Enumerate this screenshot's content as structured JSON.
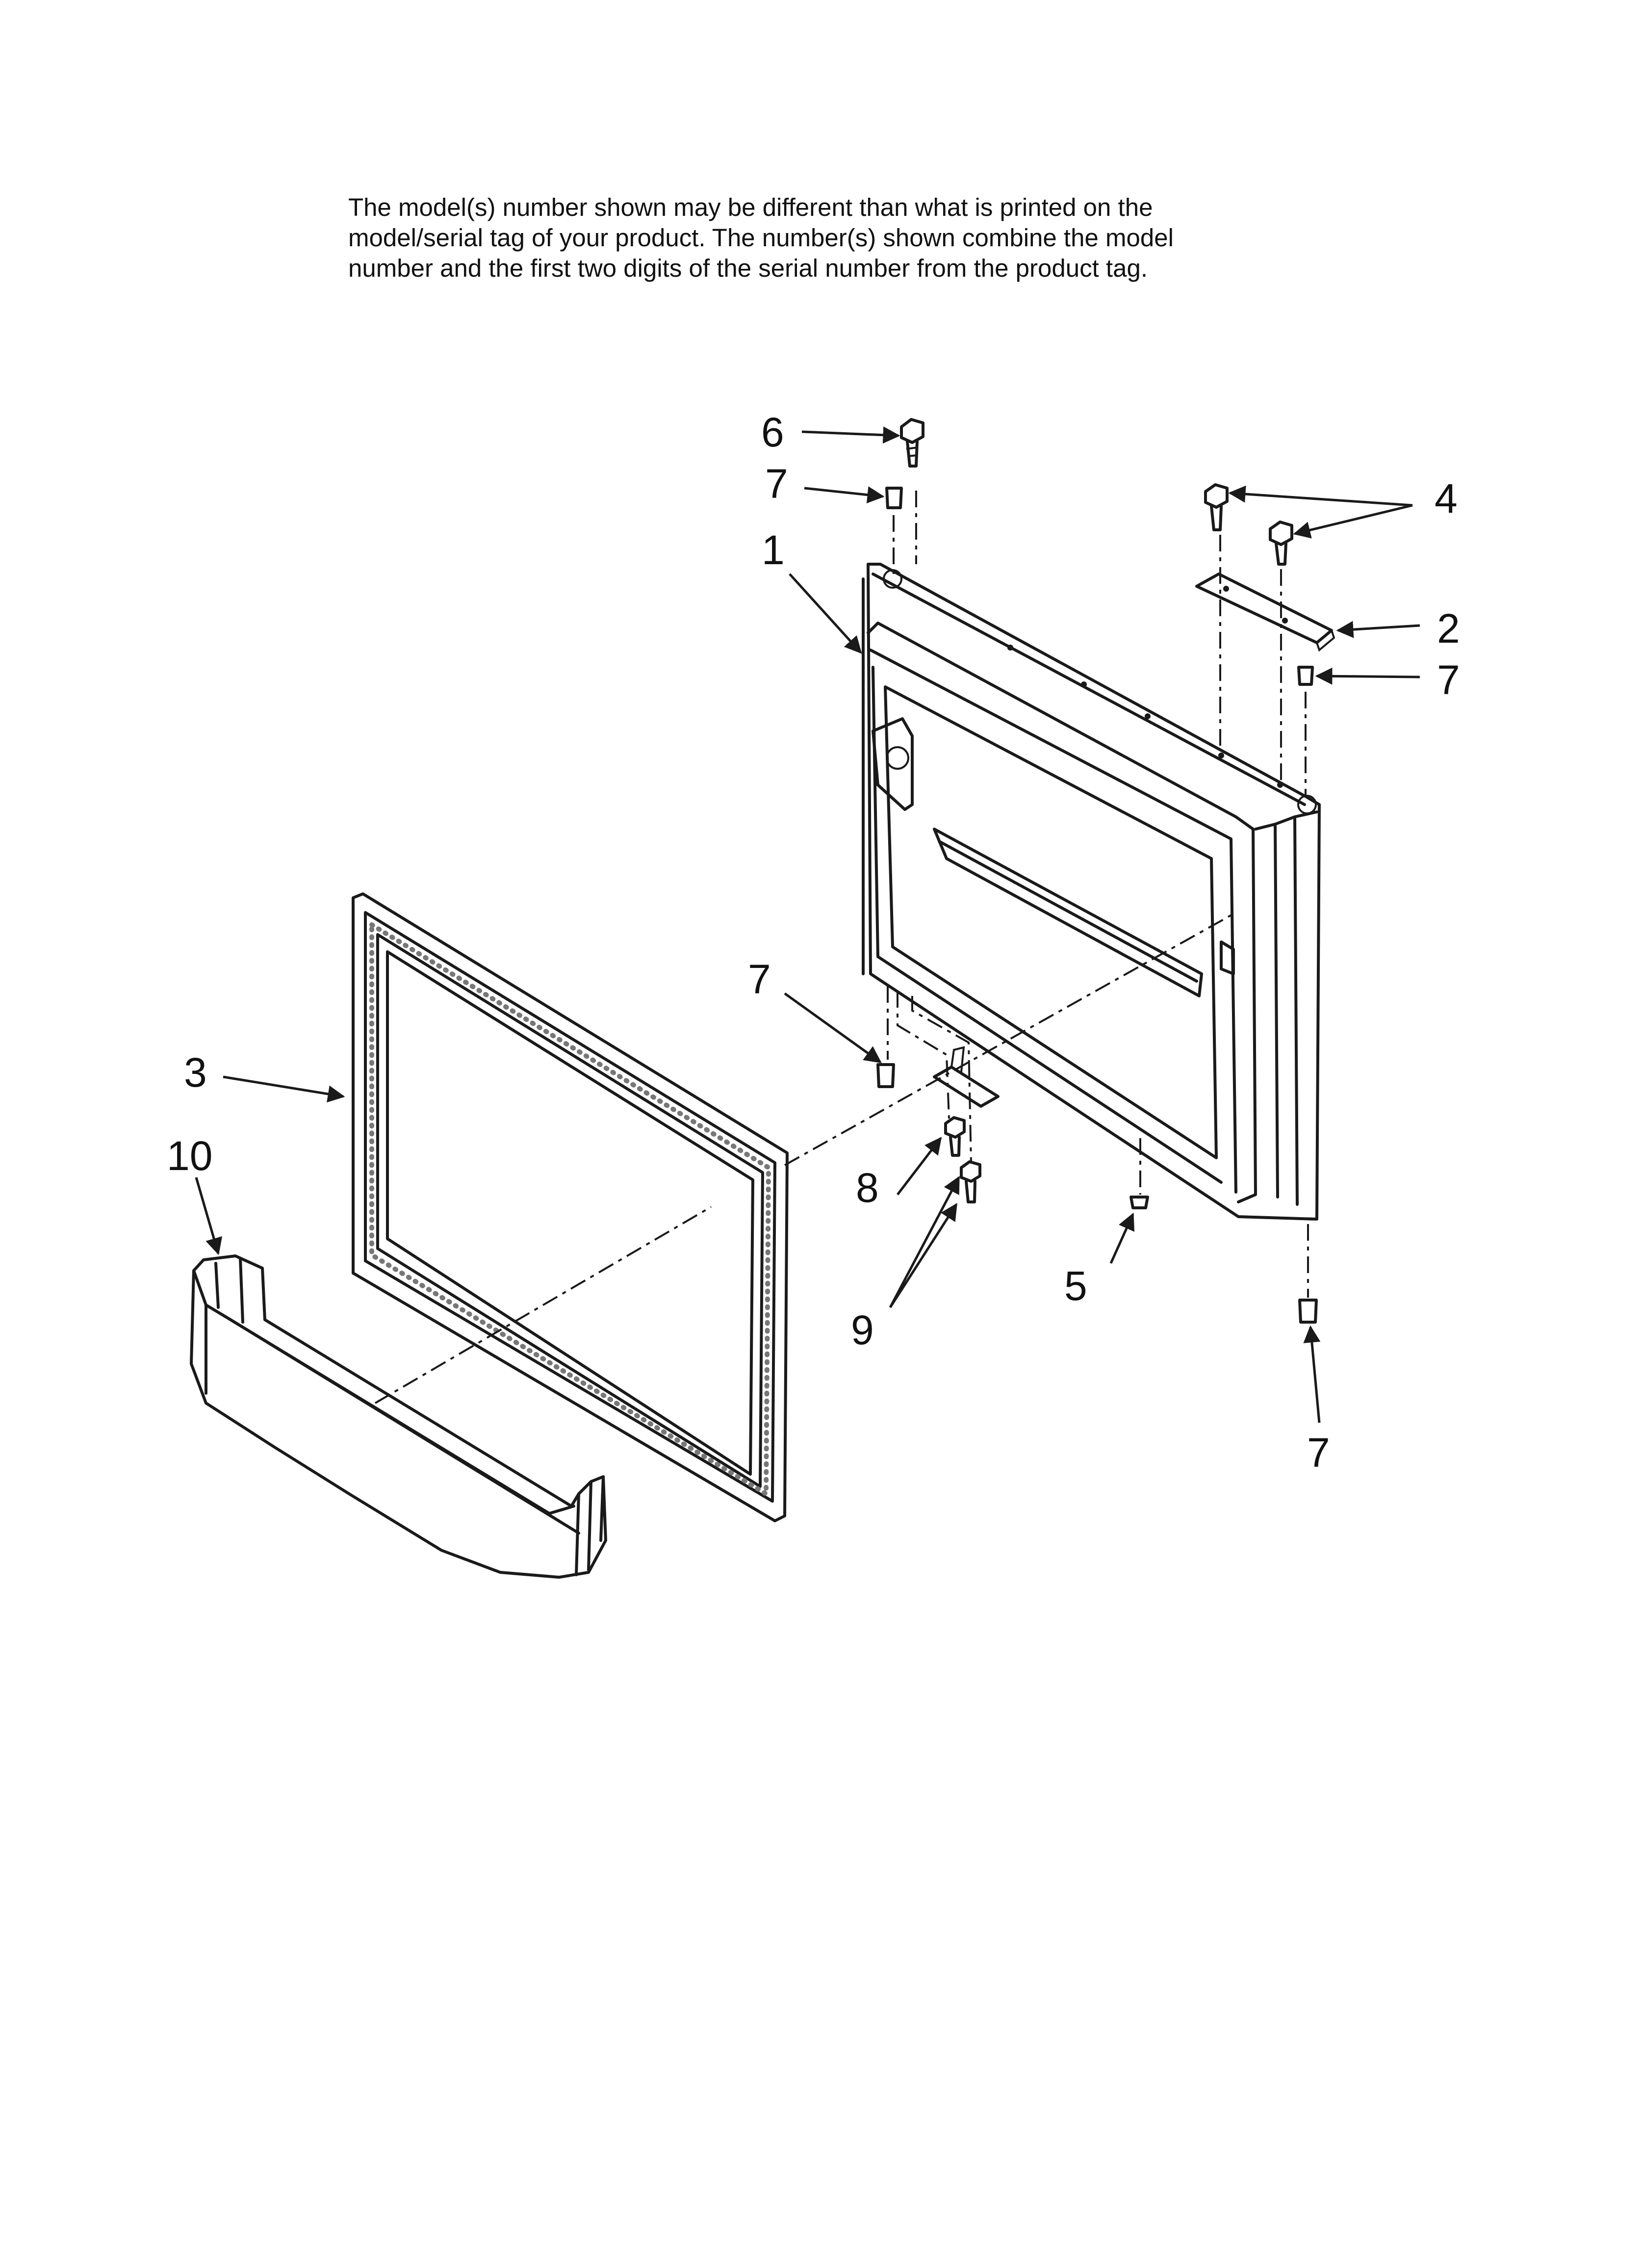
{
  "note": {
    "line1": "The model(s) number shown may be different than what is printed on the",
    "line2": "model/serial tag of your product. The number(s) shown combine the model",
    "line3": "number and the first two digits of the serial number from the product tag."
  },
  "callouts": {
    "c1": "1",
    "c2": "2",
    "c3": "3",
    "c4": "4",
    "c5": "5",
    "c6": "6",
    "c7a": "7",
    "c7b": "7",
    "c7c": "7",
    "c7d": "7",
    "c8": "8",
    "c9": "9",
    "c10": "10"
  },
  "colors": {
    "ink": "#1a1a1a",
    "paper": "#ffffff"
  }
}
